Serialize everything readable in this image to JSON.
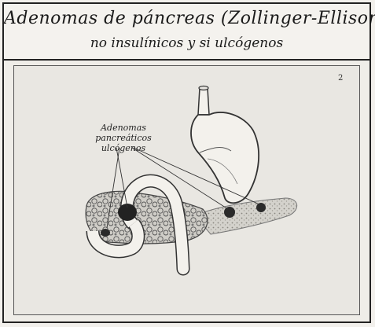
{
  "title": {
    "line1": "Adenomas de páncreas (Zollinger-Ellison)",
    "line2": "no insulínicos y si ulcógenos"
  },
  "figure": {
    "label_line1": "Adenomas pancreáticos",
    "label_line2": "ulcógenos",
    "corner_mark": "2"
  }
}
